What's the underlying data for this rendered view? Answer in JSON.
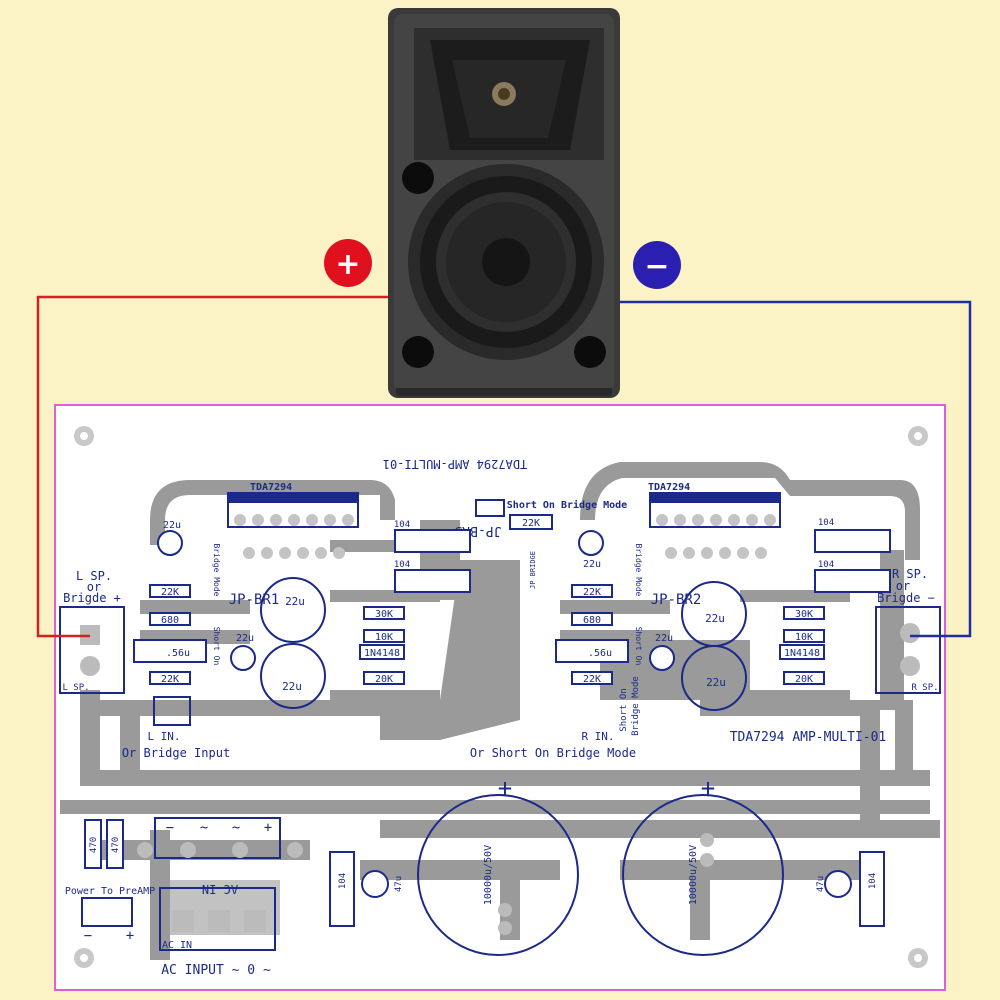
{
  "colors": {
    "background": "#fbf3c6",
    "board": "#ffffff",
    "board_outline": "#e05fd6",
    "trace": "#9a9a9a",
    "silkscreen": "#1b2a8a",
    "positive_wire": "#d42020",
    "negative_wire": "#1f2fa0",
    "plus_badge": "#e0101e",
    "minus_badge": "#2a1fb0"
  },
  "badges": {
    "plus": "+",
    "minus": "−"
  },
  "board": {
    "title_top": "TDA7294 AMP-MULTI-01",
    "title_right": "TDA7294 AMP-MULTI-01",
    "short_on_bridge_top": "Short On Bridge Mode",
    "bridge_caption": "Or Short On Bridge Mode",
    "left_input_caption": "Or Bridge Input",
    "ac_input_caption": "AC INPUT ~ 0 ~",
    "ac_in": "AC IN",
    "ac_in_mirror": "AC IN",
    "power_to_preamp": "Power To PreAMP",
    "preamp_minus": "−",
    "preamp_plus": "+",
    "bridge_rect": [
      "−",
      "~",
      "~",
      "+"
    ],
    "jp_bridge_label": "JP BRIDGE",
    "r_short_on": "Short On",
    "r_bridge_mode": "Bridge Mode"
  },
  "left_channel": {
    "ic": "TDA7294",
    "jumper": "JP-BR1",
    "sp_line1": "L SP.",
    "sp_line2": "or",
    "sp_line3": "Brigde +",
    "sp_small": "L SP.",
    "in_label": "L IN.",
    "cap_22u_top": "22u",
    "cap_big_1": "22u",
    "cap_big_2": "22u",
    "cap_small": "22u",
    "r_22k": "22K",
    "r_680": "680",
    "c_56": ".56u",
    "r_22k_2": "22K",
    "r_30k": "30K",
    "r_10k": "10K",
    "diode": "1N4148",
    "r_20k": "20K",
    "c_104_1": "104",
    "c_104_2": "104",
    "mirror_1": "Bridge Mode",
    "mirror_2": "Short On"
  },
  "right_channel": {
    "ic": "TDA7294",
    "jumper": "JP-BR2",
    "sp_line1": "R SP.",
    "sp_line2": "or",
    "sp_line3": "Brigde −",
    "sp_small": "R SP.",
    "in_label": "R IN.",
    "cap_22u_top": "22u",
    "cap_big_1": "22u",
    "cap_big_2": "22u",
    "cap_small": "22u",
    "r_22k": "22K",
    "r_680": "680",
    "c_56": ".56u",
    "r_22k_2": "22K",
    "r_30k": "30K",
    "r_10k": "10K",
    "diode": "1N4148",
    "r_20k": "20K",
    "c_104_1": "104",
    "c_104_2": "104",
    "mirror_1": "Bridge Mode",
    "mirror_2": "Short On"
  },
  "bridge_resistor": "22K",
  "jumper_br3": "JP-BR3",
  "power_section": {
    "r_470_a": "470",
    "r_470_b": "470",
    "c_104_left": "104",
    "c_104_right": "104",
    "c_47u_left": "47u",
    "c_47u_right": "47u",
    "big_cap_left": "10000u/50V",
    "big_cap_right": "10000u/50V",
    "big_cap_plus_left": "+",
    "big_cap_plus_right": "+",
    "plus_small": "+"
  }
}
